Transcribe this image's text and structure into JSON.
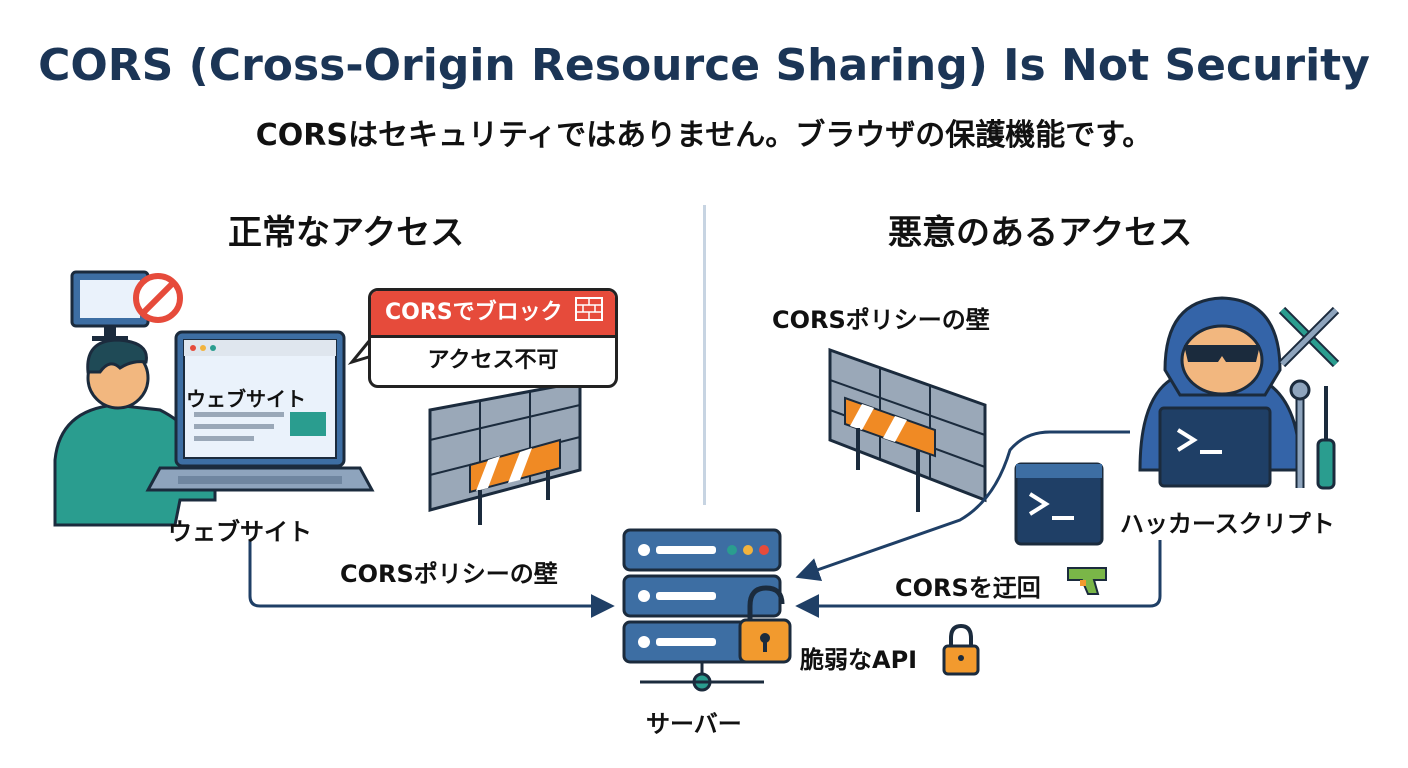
{
  "title": "CORS (Cross-Origin Resource Sharing) Is Not Security",
  "subtitle": "CORSはセキュリティではありません。ブラウザの保護機能です。",
  "left": {
    "heading": "正常なアクセス",
    "browser_label": "ウェブサイト",
    "user_label": "ウェブサイト",
    "bubble_title": "CORSでブロック",
    "bubble_text": "アクセス不可",
    "wall_label": "CORSポリシーの壁"
  },
  "right": {
    "heading": "悪意のあるアクセス",
    "wall_label": "CORSポリシーの壁",
    "hacker_label": "ハッカースクリプト",
    "bypass_label": "CORSを迂回",
    "vuln_label": "脆弱なAPI"
  },
  "server": {
    "label": "サーバー"
  },
  "terminal_prompt": ">_",
  "colors": {
    "title": "#1b3556",
    "server_blue": "#3d6ea3",
    "server_dark": "#1f3f66",
    "block_red": "#e64b3b",
    "lock_orange": "#f29a2e",
    "barrier_orange": "#f08a24",
    "wall_gray": "#9aa8b8",
    "person_teal": "#2a9d8f",
    "hacker_blue": "#3464a8"
  }
}
